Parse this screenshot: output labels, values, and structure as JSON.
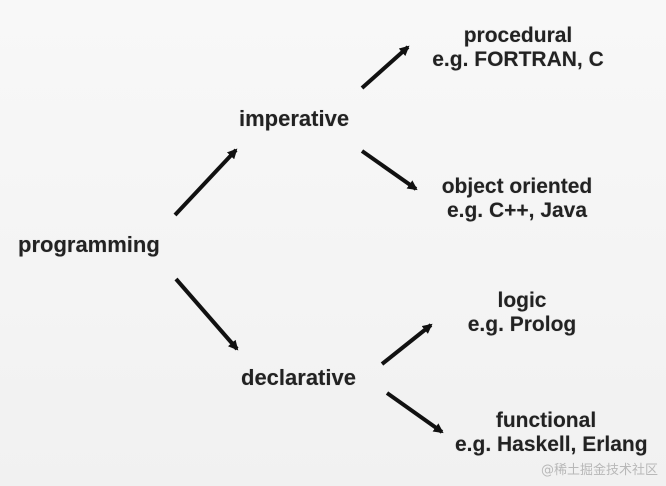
{
  "diagram": {
    "root": "programming",
    "branches": [
      {
        "name": "imperative",
        "leaves": [
          {
            "name": "procedural",
            "example": "e.g. FORTRAN, C"
          },
          {
            "name": "object oriented",
            "example": "e.g. C++, Java"
          }
        ]
      },
      {
        "name": "declarative",
        "leaves": [
          {
            "name": "logic",
            "example": "e.g. Prolog"
          },
          {
            "name": "functional",
            "example": "e.g. Haskell, Erlang"
          }
        ]
      }
    ]
  },
  "watermark": "@稀土掘金技术社区",
  "colors": {
    "background": "#f4f4f4",
    "text": "#222222",
    "arrow": "#111111",
    "watermark": "#b8b8b8"
  }
}
